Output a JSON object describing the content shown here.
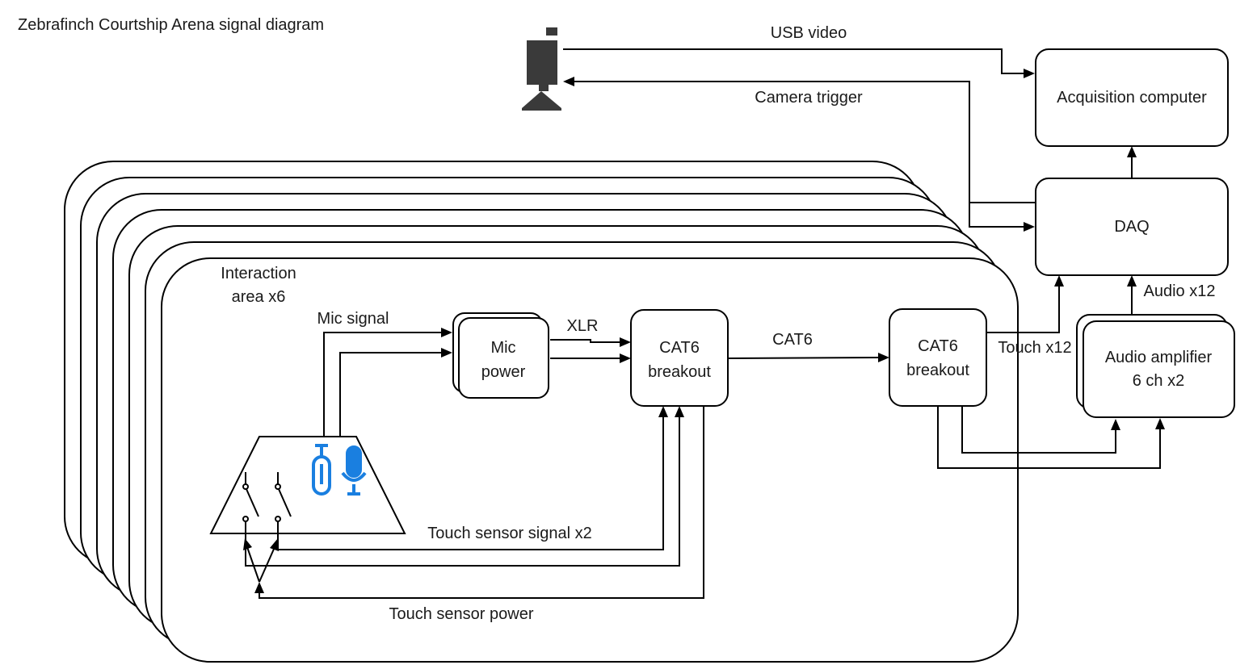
{
  "title": "Zebrafinch Courtship Arena signal diagram",
  "nodes": {
    "acquisition": "Acquisition computer",
    "daq": "DAQ",
    "interaction_area": [
      "Interaction",
      "area x6"
    ],
    "mic_power": [
      "Mic",
      "power"
    ],
    "cat6_breakout_1": [
      "CAT6",
      "breakout"
    ],
    "cat6_breakout_2": [
      "CAT6",
      "breakout"
    ],
    "audio_amplifier": [
      "Audio amplifier",
      "6 ch x2"
    ]
  },
  "edges": {
    "usb_video": "USB video",
    "camera_trigger": "Camera trigger",
    "mic_signal": "Mic signal",
    "xlr": "XLR",
    "cat6": "CAT6",
    "touch_x12": "Touch x12",
    "audio_x12": "Audio x12",
    "touch_sensor_signal": "Touch sensor signal x2",
    "touch_sensor_power": "Touch sensor power"
  },
  "colors": {
    "mic_icon": "#1a7fe0",
    "stroke": "#000000"
  },
  "icons": {
    "camera": "camera-icon",
    "mic_a": "microphone-icon",
    "mic_b": "microphone-icon",
    "switch": "touch-switch-icon"
  }
}
